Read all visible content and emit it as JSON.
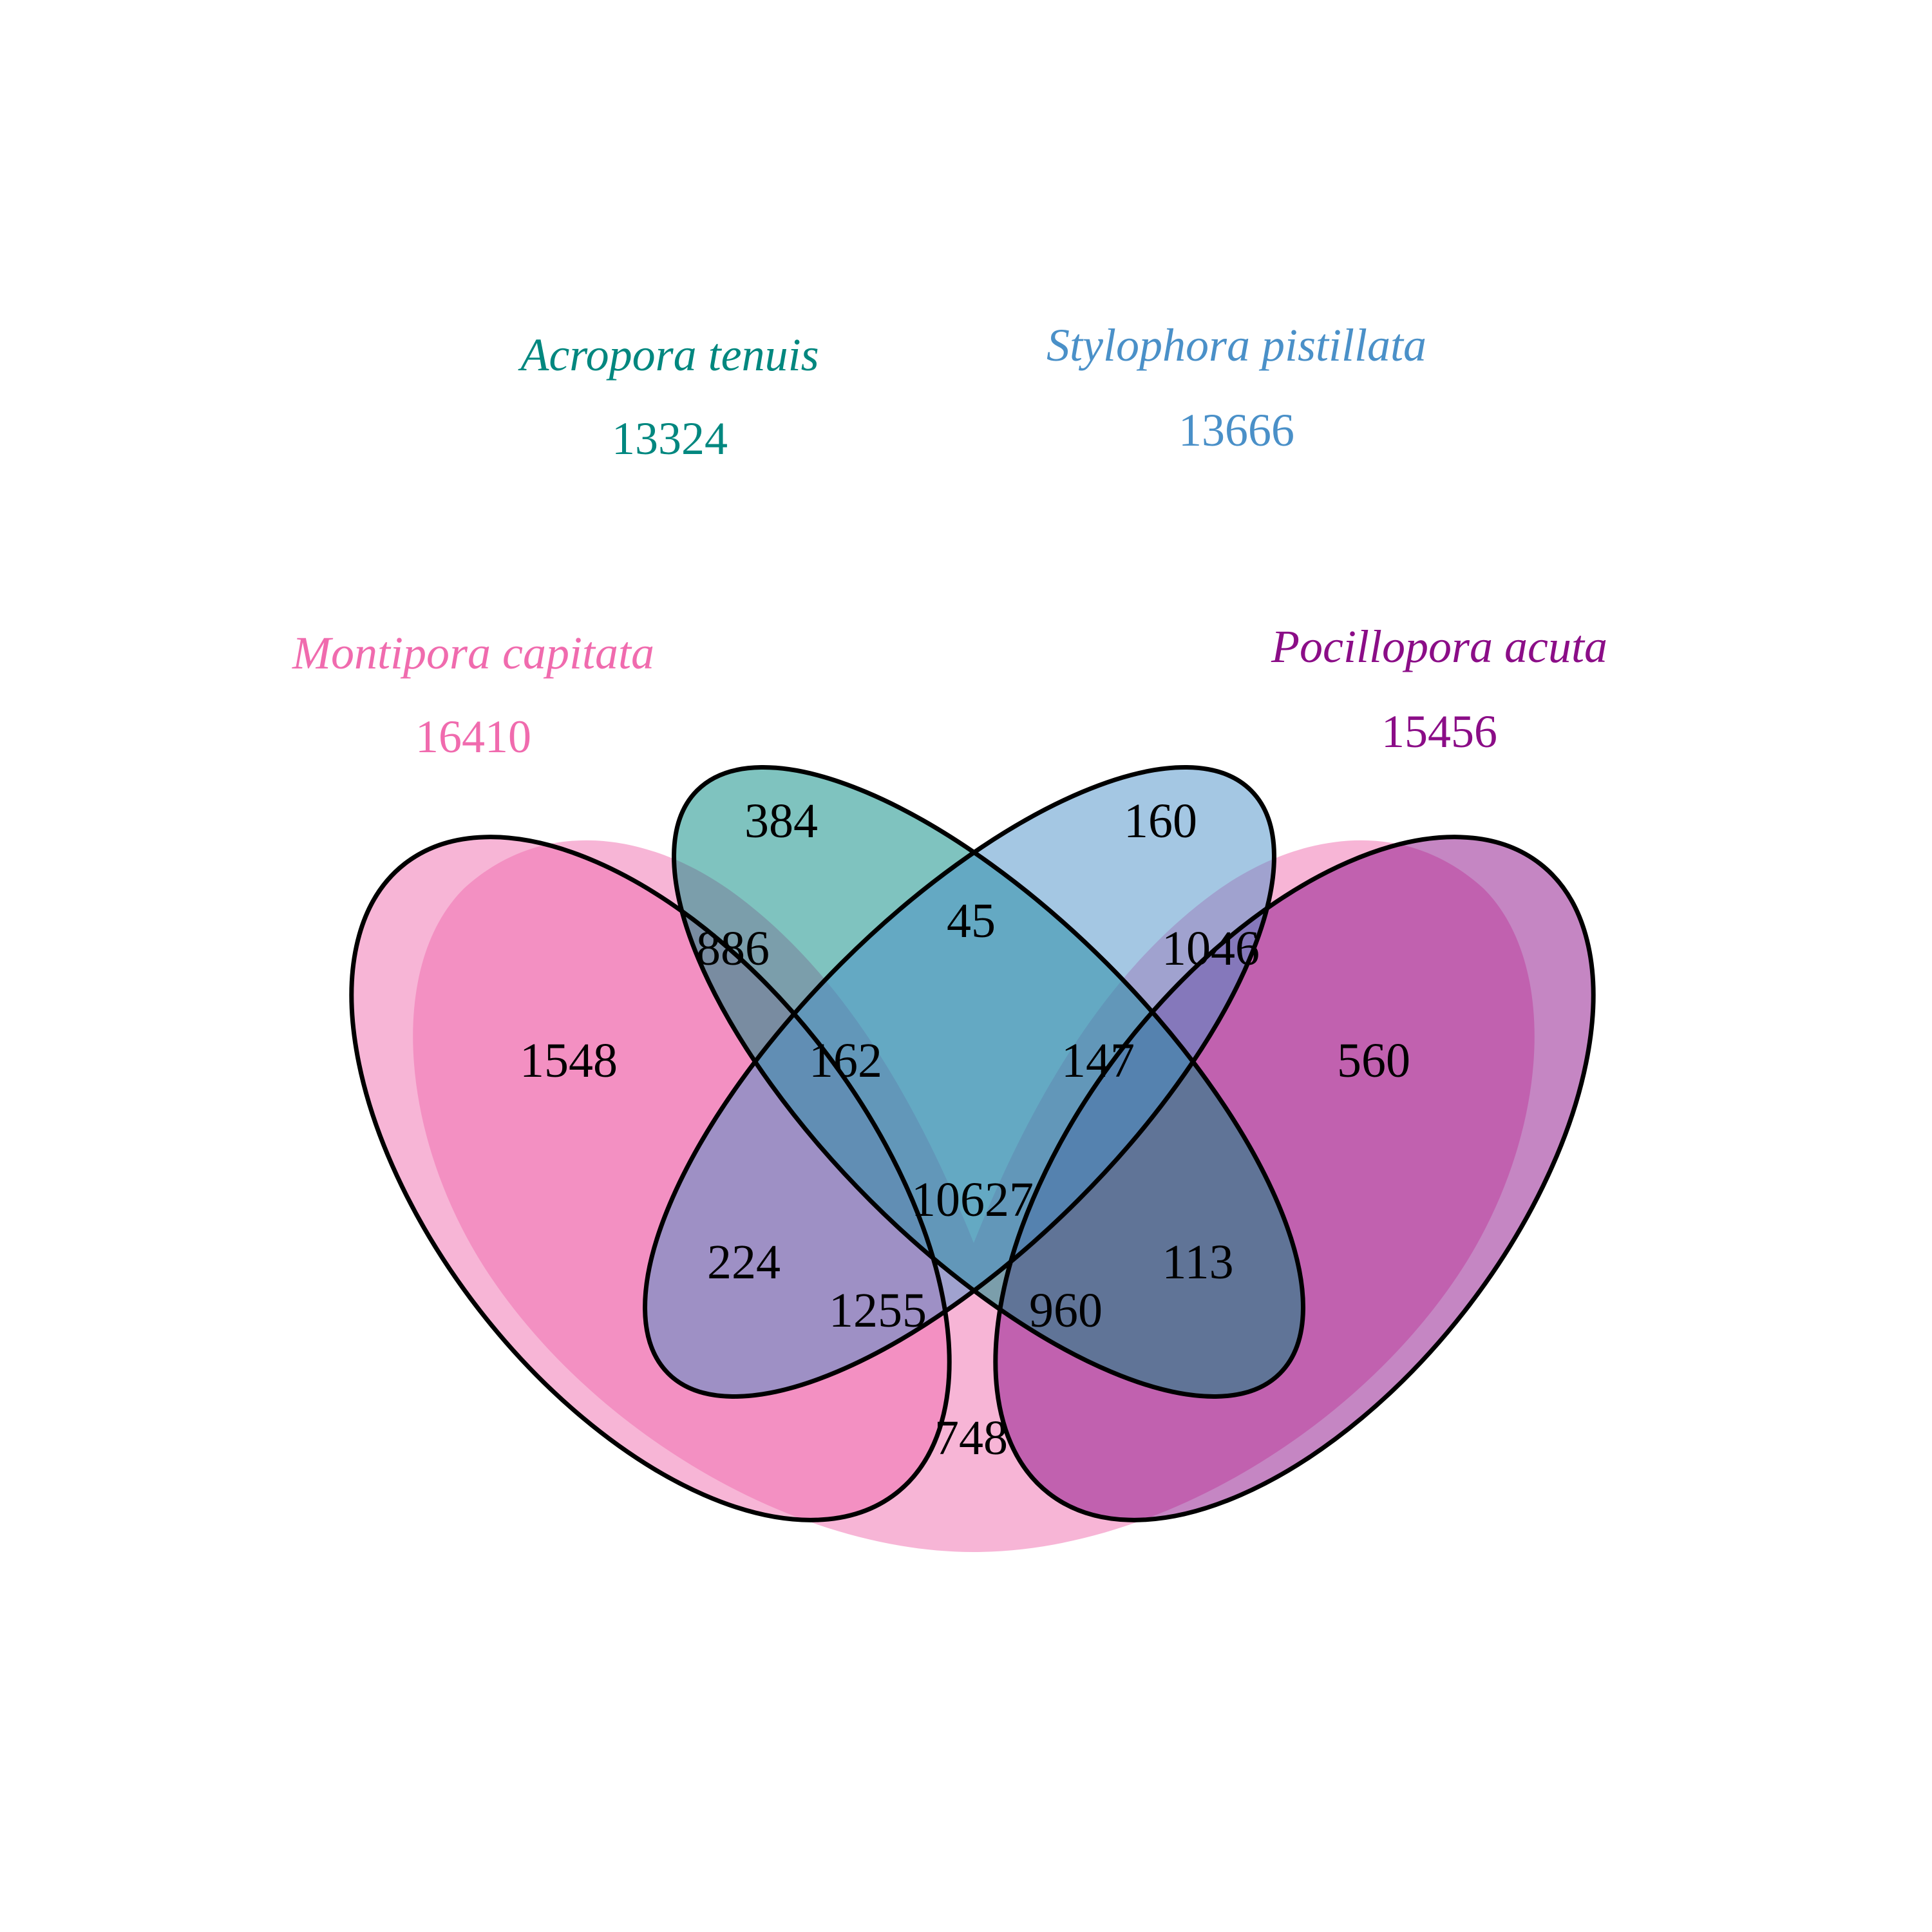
{
  "sets": [
    {
      "key": "montipora",
      "name": "Montipora capitata",
      "total": "16410",
      "color": "#F06BAE"
    },
    {
      "key": "acropora",
      "name": "Acropora tenuis",
      "total": "13324",
      "color": "#00877F"
    },
    {
      "key": "stylophora",
      "name": "Stylophora pistillata",
      "total": "13666",
      "color": "#4A90C8"
    },
    {
      "key": "pocillopora",
      "name": "Pocillopora acuta",
      "total": "15456",
      "color": "#8B0D87"
    }
  ],
  "chart_data": {
    "type": "venn",
    "sets": [
      "Montipora capitata",
      "Acropora tenuis",
      "Stylophora pistillata",
      "Pocillopora acuta"
    ],
    "set_totals": {
      "Montipora capitata": 16410,
      "Acropora tenuis": 13324,
      "Stylophora pistillata": 13666,
      "Pocillopora acuta": 15456
    },
    "regions": [
      {
        "sets": [
          "Montipora capitata"
        ],
        "value": "1548"
      },
      {
        "sets": [
          "Acropora tenuis"
        ],
        "value": "384"
      },
      {
        "sets": [
          "Stylophora pistillata"
        ],
        "value": "160"
      },
      {
        "sets": [
          "Pocillopora acuta"
        ],
        "value": "560"
      },
      {
        "sets": [
          "Montipora capitata",
          "Acropora tenuis"
        ],
        "value": "886"
      },
      {
        "sets": [
          "Acropora tenuis",
          "Stylophora pistillata"
        ],
        "value": "45"
      },
      {
        "sets": [
          "Stylophora pistillata",
          "Pocillopora acuta"
        ],
        "value": "1046"
      },
      {
        "sets": [
          "Montipora capitata",
          "Stylophora pistillata"
        ],
        "value": "224"
      },
      {
        "sets": [
          "Acropora tenuis",
          "Pocillopora acuta"
        ],
        "value": "113"
      },
      {
        "sets": [
          "Montipora capitata",
          "Pocillopora acuta"
        ],
        "value": "748"
      },
      {
        "sets": [
          "Montipora capitata",
          "Acropora tenuis",
          "Stylophora pistillata"
        ],
        "value": "162"
      },
      {
        "sets": [
          "Acropora tenuis",
          "Stylophora pistillata",
          "Pocillopora acuta"
        ],
        "value": "147"
      },
      {
        "sets": [
          "Montipora capitata",
          "Stylophora pistillata",
          "Pocillopora acuta"
        ],
        "value": "1255"
      },
      {
        "sets": [
          "Montipora capitata",
          "Acropora tenuis",
          "Pocillopora acuta"
        ],
        "value": "960"
      },
      {
        "sets": [
          "Montipora capitata",
          "Acropora tenuis",
          "Stylophora pistillata",
          "Pocillopora acuta"
        ],
        "value": "10627"
      }
    ]
  }
}
